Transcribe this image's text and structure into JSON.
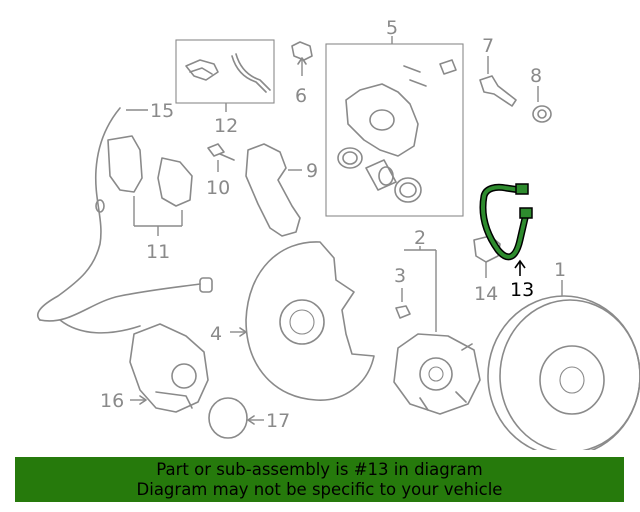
{
  "colors": {
    "line": "#8a8a8a",
    "highlight": "#2e8b2e",
    "banner": "#267a0c"
  },
  "callouts": {
    "c1": "1",
    "c2": "2",
    "c3": "3",
    "c4": "4",
    "c5": "5",
    "c6": "6",
    "c7": "7",
    "c8": "8",
    "c9": "9",
    "c10": "10",
    "c11": "11",
    "c12": "12",
    "c13": "13",
    "c14": "14",
    "c15": "15",
    "c16": "16",
    "c17": "17"
  },
  "highlighted_part": "13",
  "banner": {
    "line1": "Part or sub-assembly is #13 in diagram",
    "line2": "Diagram may not be specific to your vehicle"
  }
}
